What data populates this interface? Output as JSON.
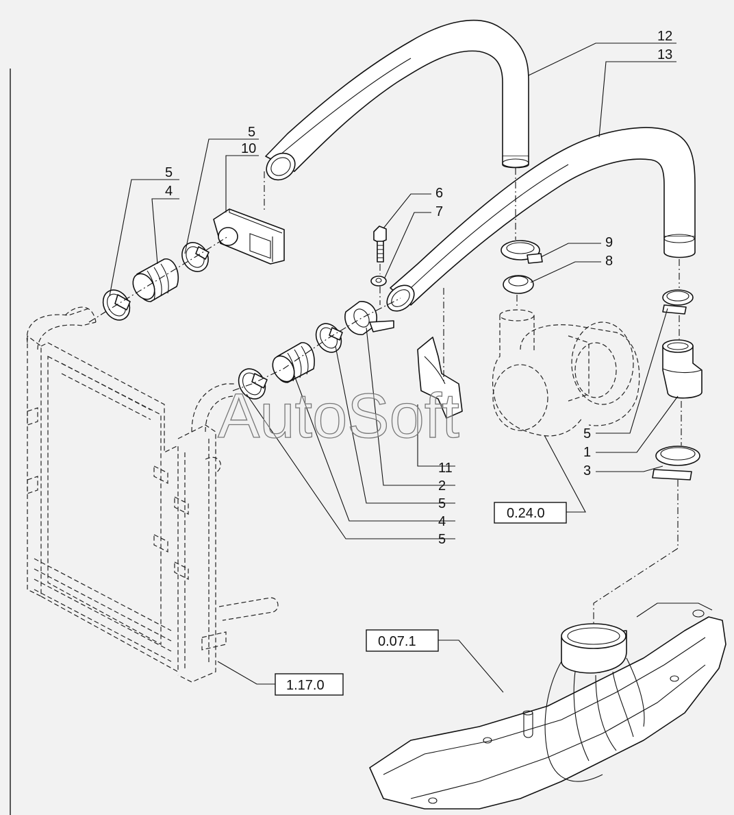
{
  "watermark": "AutoSoft",
  "callouts": {
    "c12": "12",
    "c13": "13",
    "c5_top_a": "5",
    "c10": "10",
    "c5_top_b": "5",
    "c4_top": "4",
    "c6": "6",
    "c7": "7",
    "c9": "9",
    "c8": "8",
    "c5_right": "5",
    "c1": "1",
    "c3": "3",
    "c11": "11",
    "c2": "2",
    "c5_mid_a": "5",
    "c4_mid": "4",
    "c5_mid_b": "5"
  },
  "references": {
    "turbo": "0.24.0",
    "intake_manifold": "0.07.1",
    "intercooler": "1.17.0"
  }
}
